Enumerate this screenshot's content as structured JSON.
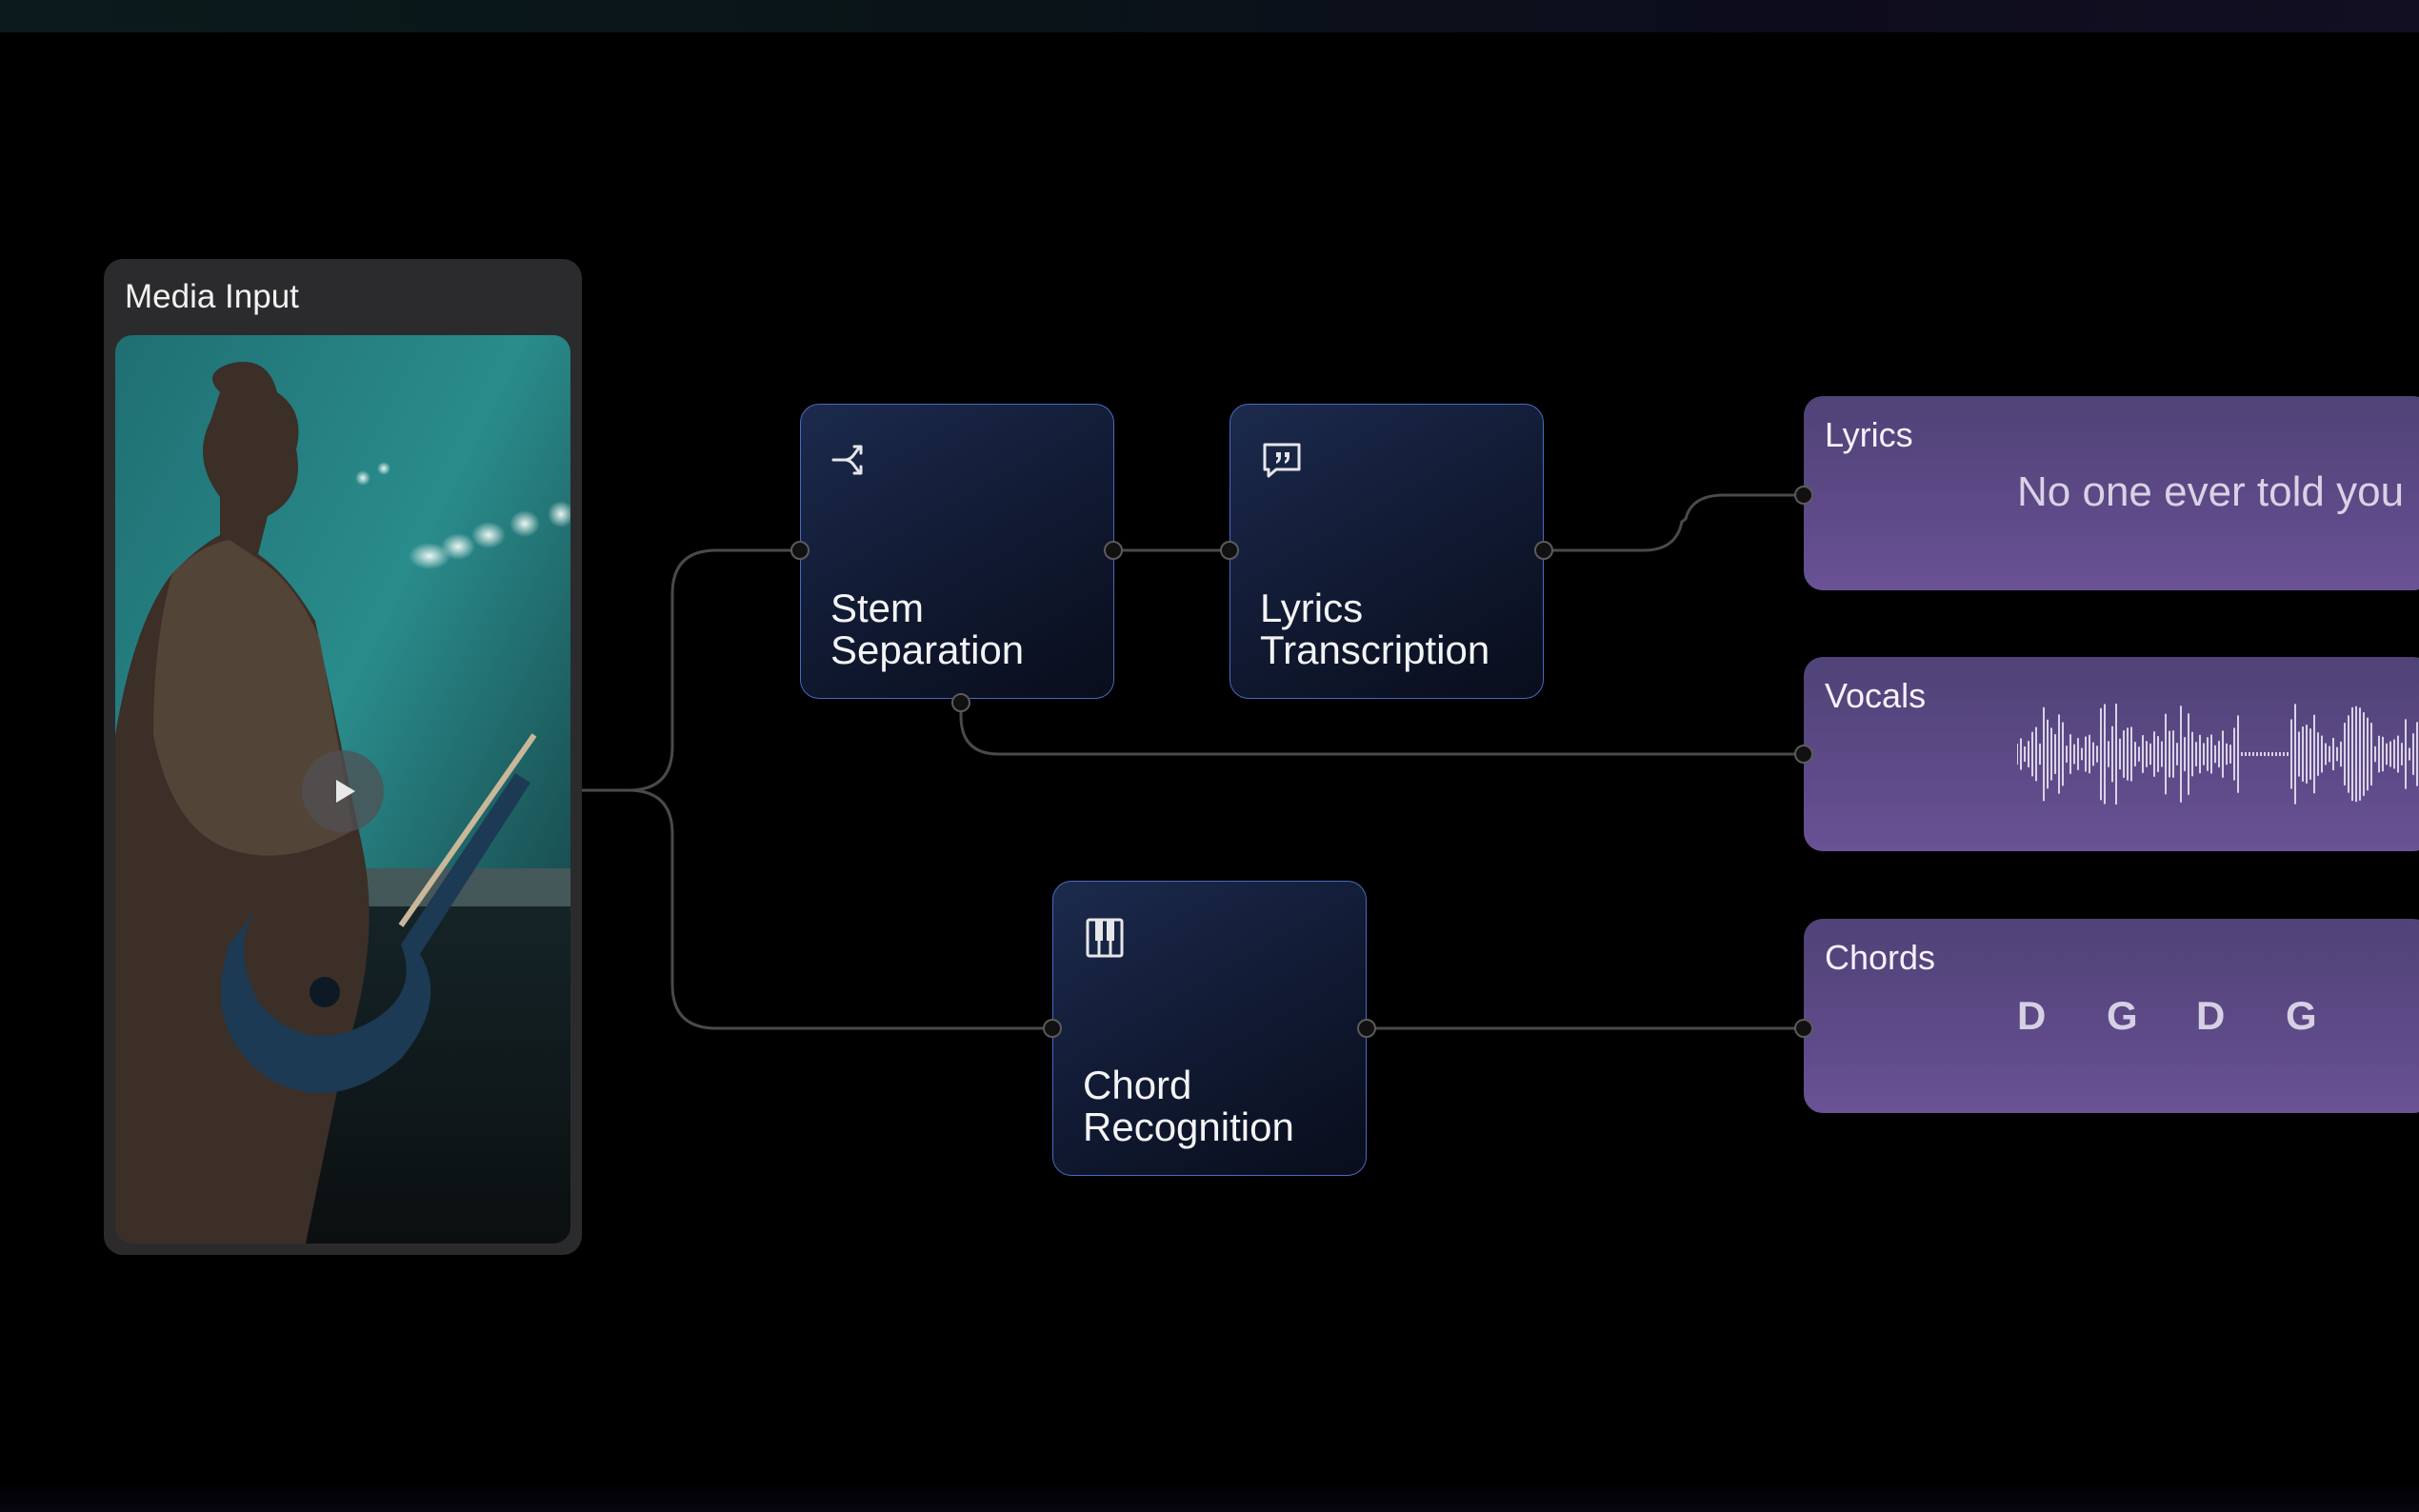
{
  "media_input": {
    "title": "Media Input",
    "video": {
      "description_icon": "play-icon"
    }
  },
  "nodes": {
    "stem_separation": {
      "line1": "Stem",
      "line2": "Separation",
      "icon": "split-arrows-icon"
    },
    "lyrics_transcription": {
      "line1": "Lyrics",
      "line2": "Transcription",
      "icon": "quote-bubble-icon"
    },
    "chord_recognition": {
      "line1": "Chord",
      "line2": "Recognition",
      "icon": "piano-keys-icon"
    }
  },
  "outputs": {
    "lyrics": {
      "title": "Lyrics",
      "text": "No one ever told you"
    },
    "vocals": {
      "title": "Vocals"
    },
    "chords": {
      "title": "Chords",
      "items": [
        "D",
        "G",
        "D",
        "G"
      ]
    }
  },
  "colors": {
    "background": "#000000",
    "node_border": "#4a69c0",
    "node_fill": "#121c36",
    "output_fill": "#5e4a88",
    "connector": "#4a4a4d"
  }
}
